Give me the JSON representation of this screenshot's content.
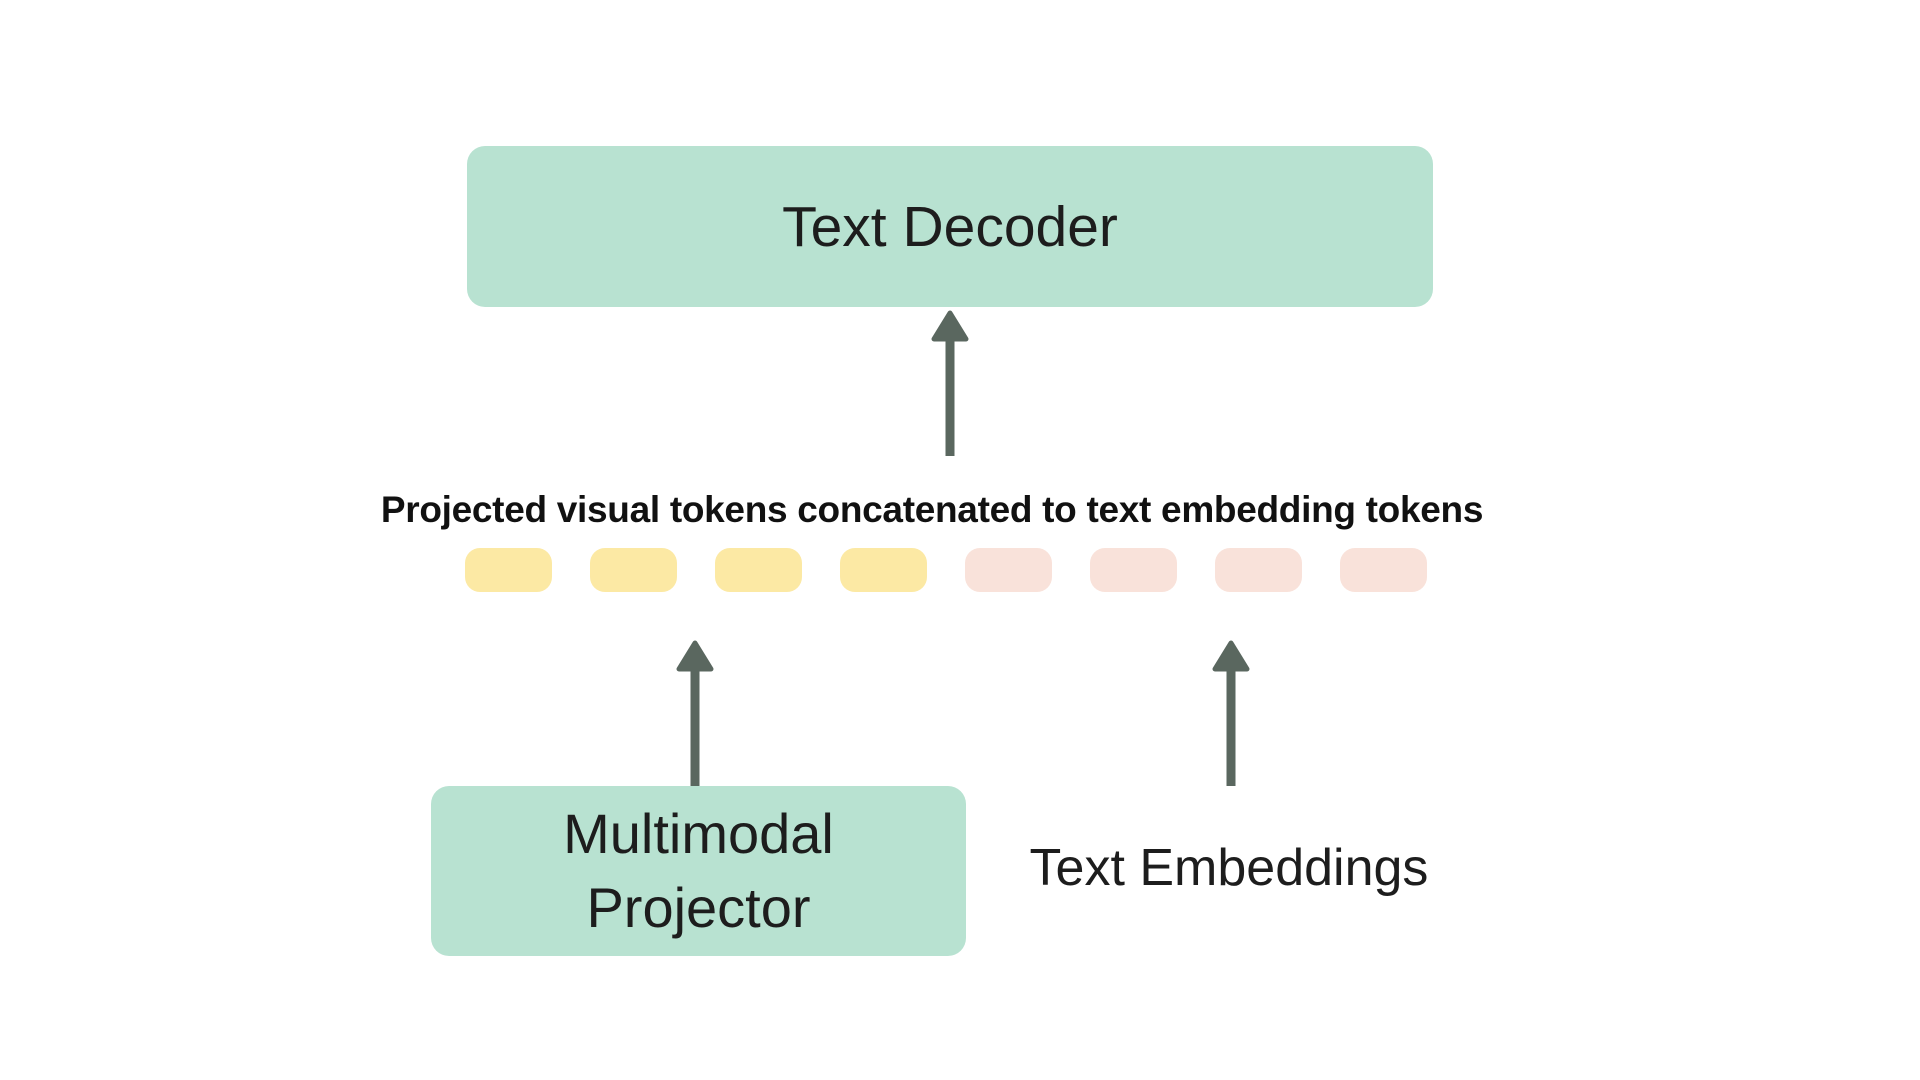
{
  "colors": {
    "background": "#ffffff",
    "node_fill": "#b8e2d1",
    "visual_token_fill": "#fce9a4",
    "text_token_fill": "#f9e2da",
    "arrow": "#5a675f",
    "label_text": "#1d1d1d"
  },
  "nodes": {
    "text_decoder": {
      "label": "Text Decoder"
    },
    "multimodal_projector": {
      "label": "Multimodal Projector"
    },
    "text_embeddings": {
      "label": "Text Embeddings"
    }
  },
  "caption": {
    "text": "Projected visual tokens concatenated to text embedding tokens"
  },
  "token_row": {
    "tokens": [
      {
        "type": "visual"
      },
      {
        "type": "visual"
      },
      {
        "type": "visual"
      },
      {
        "type": "visual"
      },
      {
        "type": "text"
      },
      {
        "type": "text"
      },
      {
        "type": "text"
      },
      {
        "type": "text"
      }
    ]
  },
  "icons": {
    "arrow_up": "up-arrow"
  }
}
